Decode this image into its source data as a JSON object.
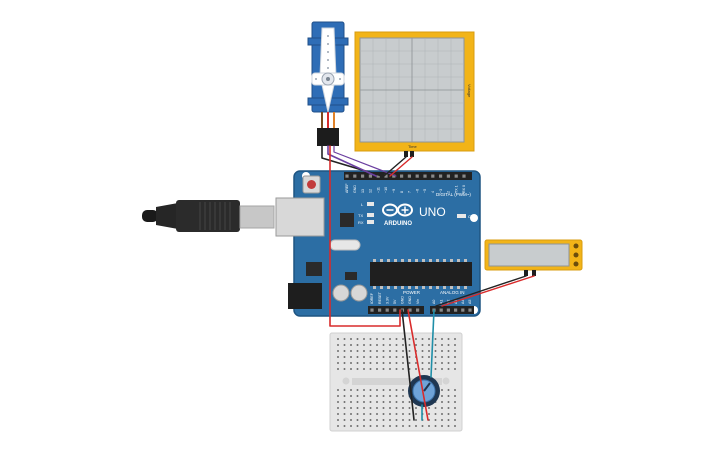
{
  "arduino": {
    "brand": "ARDUINO",
    "model": "UNO",
    "digital_label": "DIGITAL (PWM~)",
    "power_label": "POWER",
    "analog_label": "ANALOG IN",
    "led_l": "L",
    "led_tx": "TX",
    "led_rx": "RX",
    "led_on": "ON",
    "digital_pins": [
      "AREF",
      "GND",
      "13",
      "12",
      "~11",
      "~10",
      "~9",
      "8",
      "7",
      "~6",
      "~5",
      "4",
      "~3",
      "2",
      "TX 1",
      "RX 0"
    ],
    "power_pins": [
      "IOREF",
      "RESET",
      "3.3V",
      "5V",
      "GND",
      "GND",
      "Vin"
    ],
    "analog_pins": [
      "A0",
      "A1",
      "A2",
      "A3",
      "A4",
      "A5"
    ]
  },
  "oscilloscope": {
    "x_label": "Time",
    "y_label": "Voltage"
  },
  "colors": {
    "board": "#2C6EA4",
    "board_edge": "#1F5582",
    "scope_frame": "#F2B418",
    "scope_screen": "#C8CCCE",
    "servo": "#2E6DB6",
    "breadboard": "#E6E6E6",
    "wire_red": "#D92B2B",
    "wire_black": "#222222",
    "wire_purple": "#6B3FA0",
    "wire_teal": "#1F8FA8",
    "wire_brown": "#7A4A1E",
    "wire_orange": "#E0822A"
  }
}
